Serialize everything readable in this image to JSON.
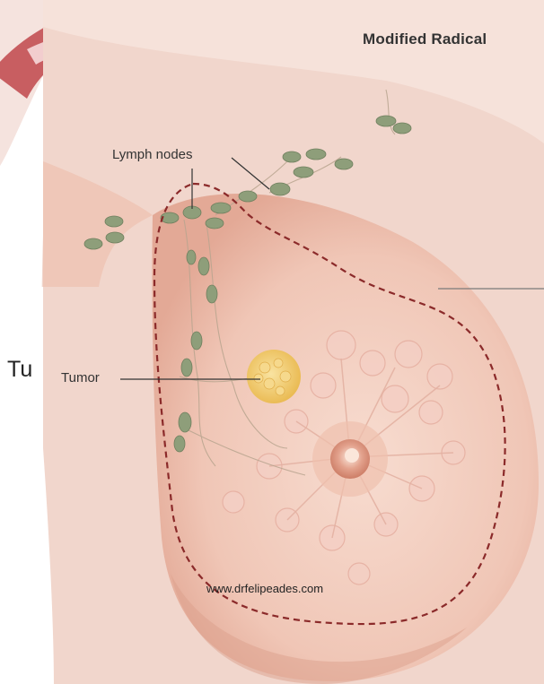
{
  "diagram": {
    "title": "Modified Radical",
    "labels": {
      "lymph_nodes": "Lymph nodes",
      "tumor": "Tumor",
      "cropped_left_text": "Tu"
    },
    "watermark": "www.drfelipeades.com",
    "colors": {
      "skin": "#f4d3c6",
      "skin_shadow": "#e8b3a2",
      "lymph_node": "#8e9e7a",
      "tumor": "#f1cf7a",
      "incision_line": "#8b2a2a",
      "watermark_logo": "#c0474b"
    }
  }
}
